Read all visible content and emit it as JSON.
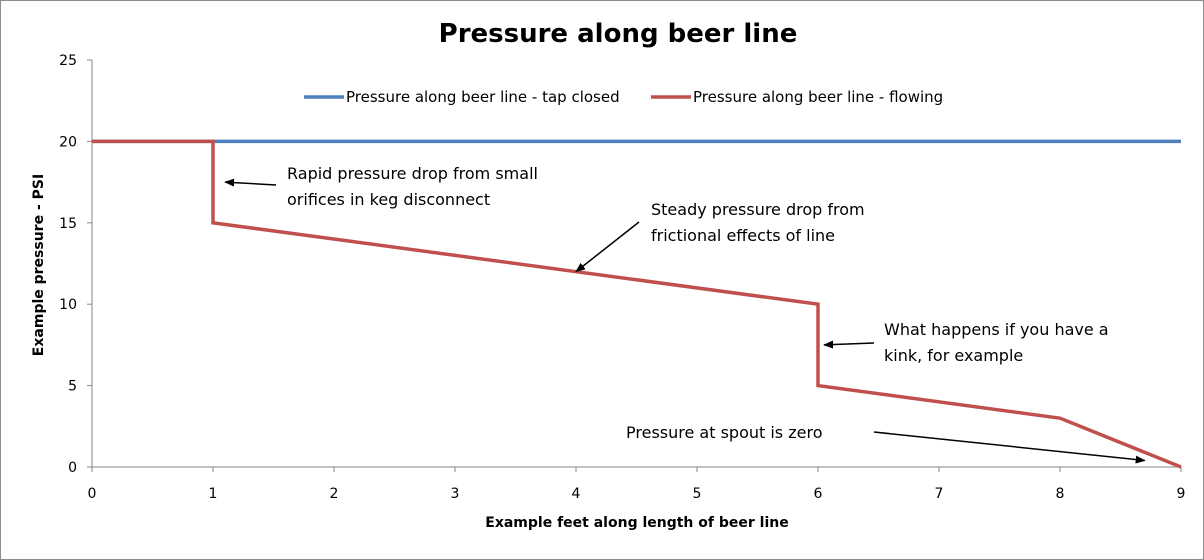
{
  "chart_data": {
    "type": "line",
    "title": "Pressure along beer line",
    "xlabel": "Example feet along length of beer line",
    "ylabel": "Example pressure - PSI",
    "xlim": [
      0,
      9
    ],
    "ylim": [
      0,
      25
    ],
    "xticks": [
      0,
      1,
      2,
      3,
      4,
      5,
      6,
      7,
      8,
      9
    ],
    "yticks": [
      0,
      5,
      10,
      15,
      20,
      25
    ],
    "grid": false,
    "legend_position": "top",
    "series": [
      {
        "name": "Pressure along beer line - tap closed",
        "color": "#4f81bd",
        "points": [
          [
            0,
            20
          ],
          [
            9,
            20
          ]
        ]
      },
      {
        "name": "Pressure along beer line - flowing",
        "color": "#c0504d",
        "points": [
          [
            0,
            20
          ],
          [
            1,
            20
          ],
          [
            1,
            15
          ],
          [
            6,
            10
          ],
          [
            6,
            5
          ],
          [
            8,
            3
          ],
          [
            9,
            0
          ]
        ]
      }
    ],
    "annotations": [
      {
        "lines": [
          "Rapid pressure drop from small",
          "orifices in keg disconnect"
        ],
        "arrow_to": [
          1.1,
          17.5
        ]
      },
      {
        "lines": [
          "Steady pressure drop from",
          "frictional effects of line"
        ],
        "arrow_to": [
          4.0,
          12.0
        ]
      },
      {
        "lines": [
          "What happens if you have a",
          "kink, for example"
        ],
        "arrow_to": [
          6.05,
          7.5
        ]
      },
      {
        "lines": [
          "Pressure at spout is zero"
        ],
        "arrow_to": [
          8.7,
          0.4
        ]
      }
    ]
  }
}
